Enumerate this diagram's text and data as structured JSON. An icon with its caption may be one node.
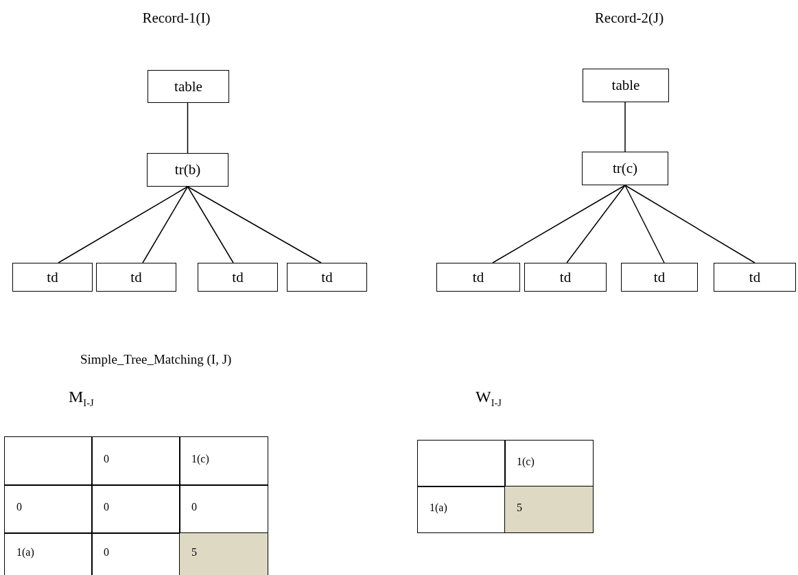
{
  "diagram": {
    "nodes": [
      {
        "text": [
          "table"
        ]
      },
      {
        "text": [
          "tr(b)"
        ]
      },
      {
        "text": [
          "td"
        ]
      },
      {
        "text": [
          "td"
        ]
      },
      {
        "text": [
          "td"
        ]
      },
      {
        "text": [
          "td"
        ]
      },
      {
        "text": [
          "table"
        ]
      },
      {
        "text": [
          "tr(c)"
        ]
      },
      {
        "text": [
          "td"
        ]
      },
      {
        "text": [
          "td"
        ]
      },
      {
        "text": [
          "td"
        ]
      },
      {
        "text": [
          "td"
        ]
      }
    ],
    "edges": [
      {
        "from": 0,
        "to": 1,
        "arrow": "none"
      },
      {
        "from": 1,
        "to": 2,
        "arrow": "none"
      },
      {
        "from": 1,
        "to": 3,
        "arrow": "none"
      },
      {
        "from": 1,
        "to": 4,
        "arrow": "none"
      },
      {
        "from": 1,
        "to": 5,
        "arrow": "none"
      },
      {
        "from": 6,
        "to": 7,
        "arrow": "none"
      },
      {
        "from": 7,
        "to": 8,
        "arrow": "none"
      },
      {
        "from": 7,
        "to": 9,
        "arrow": "none"
      },
      {
        "from": 7,
        "to": 10,
        "arrow": "none"
      },
      {
        "from": 7,
        "to": 11,
        "arrow": "none"
      }
    ],
    "labels": [
      "Record-1(I)",
      "Record-2(J)",
      "Simple_Tree_Matching (I, J)",
      "M$_{I-J}$",
      "W$_{I-J}$",
      "0",
      "1(c)",
      "0",
      "0",
      "0",
      "1(a)",
      "0",
      "5",
      "1(c)",
      "1(a)",
      "5"
    ]
  }
}
